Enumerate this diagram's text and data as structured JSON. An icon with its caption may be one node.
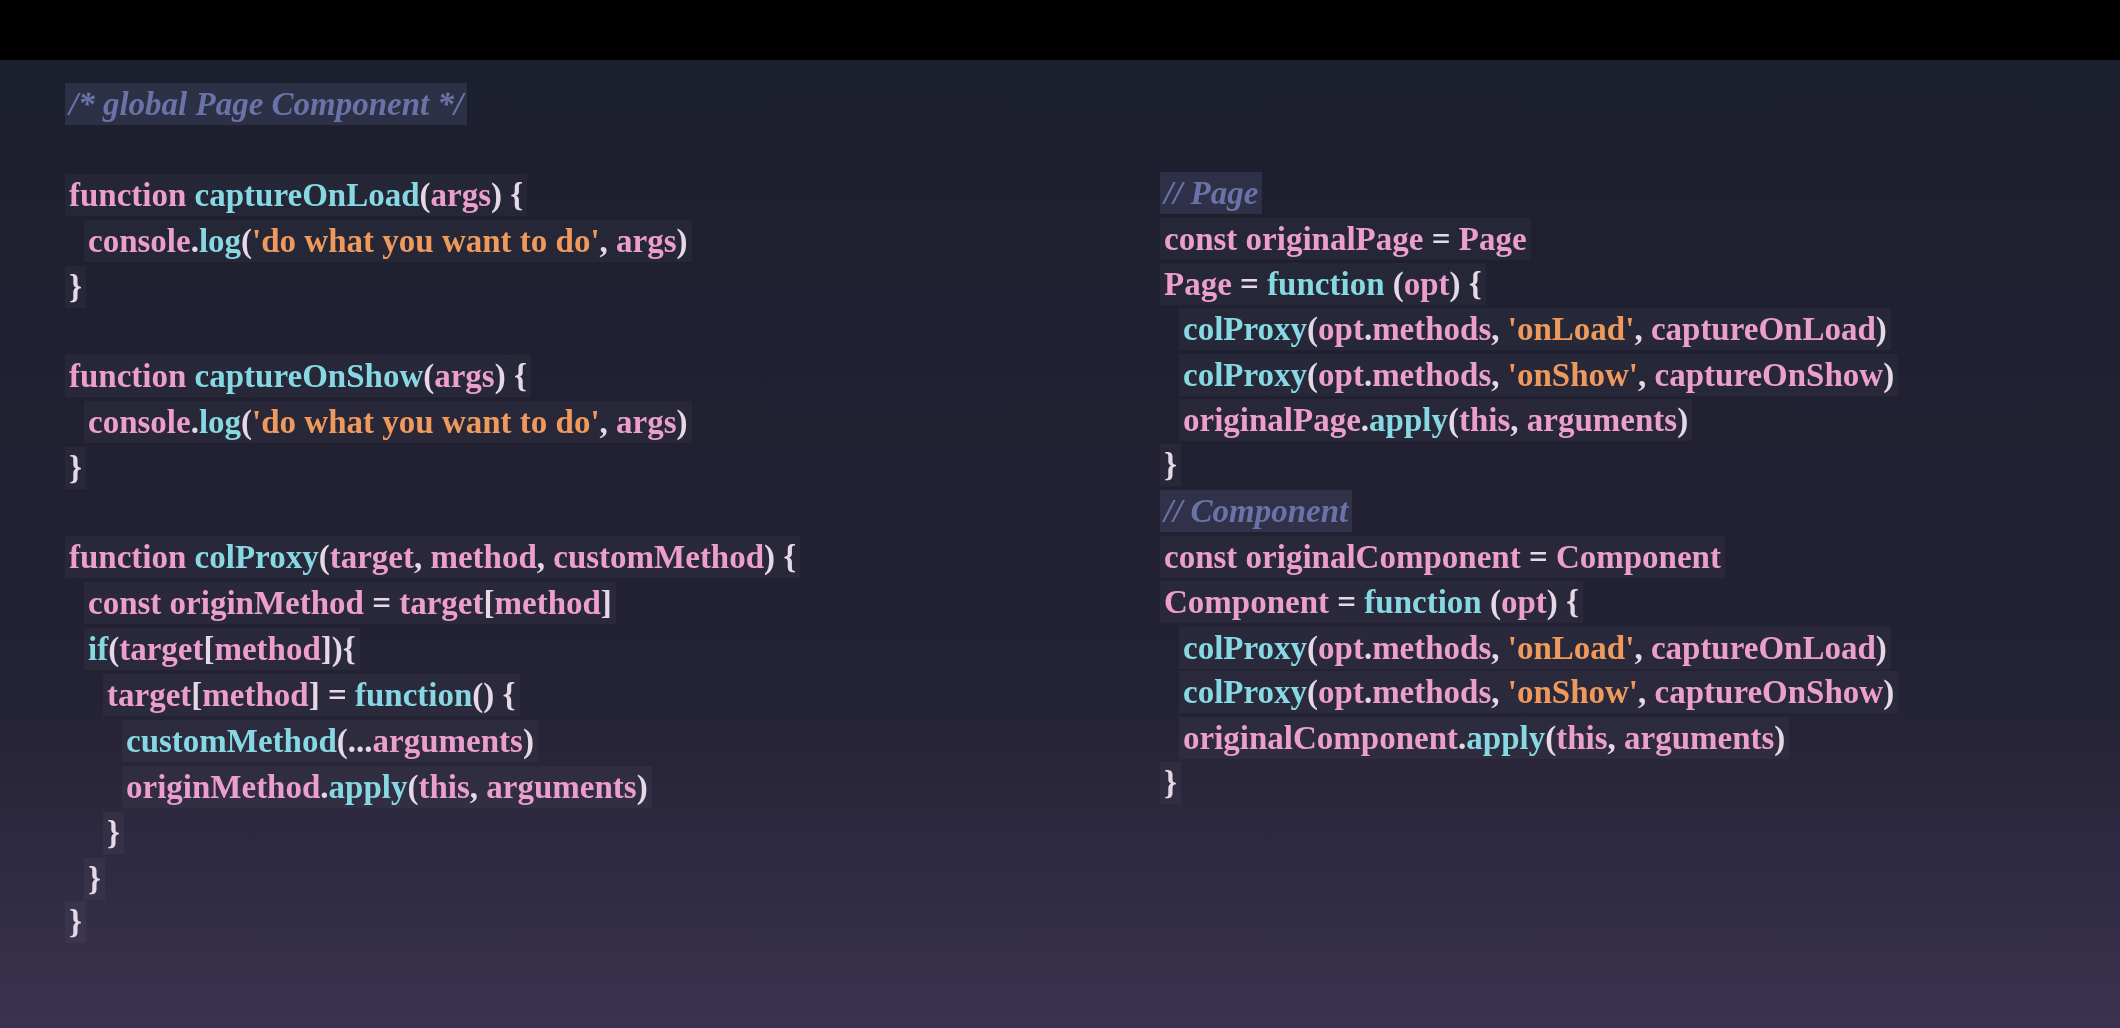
{
  "diagram": {
    "labels": [
      "/* global Page Component */",
      "function captureOnLoad(args) {",
      "console.log('do what you want to do', args)",
      "}",
      "function captureOnShow(args) {",
      "console.log('do what you want to do', args)",
      "}",
      "function colProxy(target, method, customMethod) {",
      "const originMethod = target[method]",
      "if(target[method]){",
      "target[method] = function() {",
      "customMethod(...arguments)",
      "originMethod.apply(this, arguments)",
      "}",
      "}",
      "}",
      "// Page",
      "const originalPage = Page",
      "Page = function (opt) {",
      "colProxy(opt.methods, 'onLoad', captureOnLoad)",
      "colProxy(opt.methods, 'onShow', captureOnShow)",
      "originalPage.apply(this, arguments)",
      "}",
      "// Component",
      "const originalComponent = Component",
      "Component = function (opt) {",
      "colProxy(opt.methods, 'onLoad', captureOnLoad)",
      "colProxy(opt.methods, 'onShow', captureOnShow)",
      "originalComponent.apply(this, arguments)",
      "}"
    ]
  }
}
